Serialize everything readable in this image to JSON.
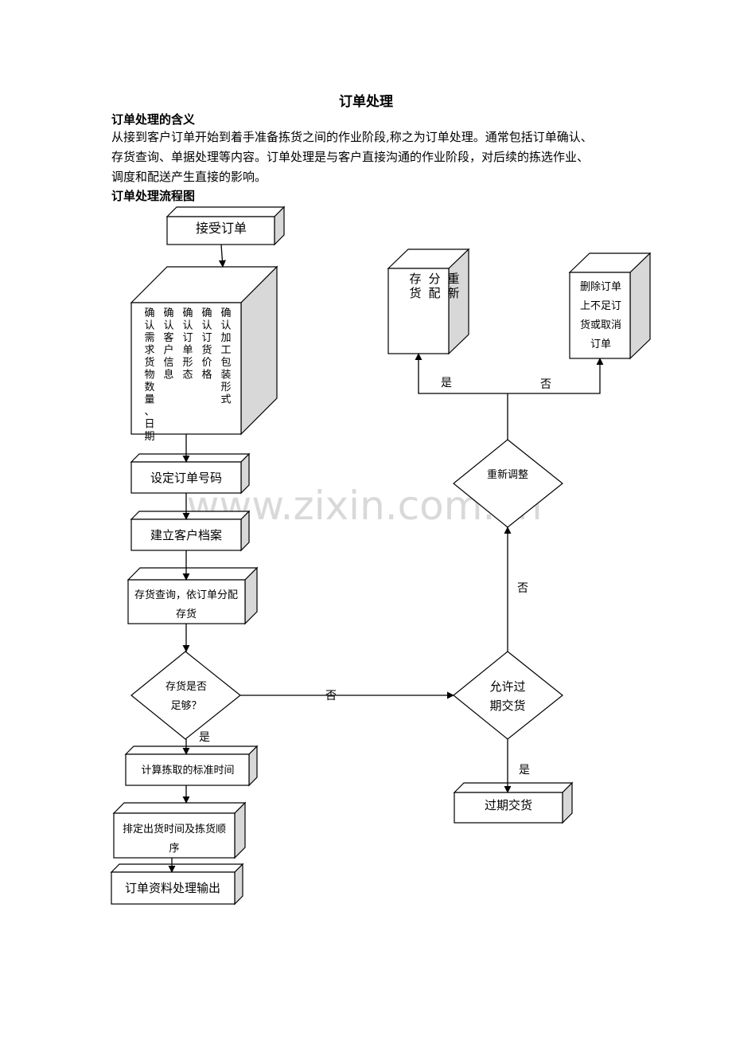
{
  "doc": {
    "title": "订单处理",
    "section1_heading": "订单处理的含义",
    "section1_lines": [
      "从接到客户订单开始到着手准备拣货之间的作业阶段,称之为订单处理。通常包括订单确认、",
      "存货查询、单据处理等内容。订单处理是与客户直接沟通的作业阶段，对后续的拣选作业、",
      "调度和配送产生直接的影响。"
    ],
    "section2_heading": "订单处理流程图"
  },
  "flow": {
    "receive": "接受订单",
    "confirm_cols": [
      "确认需求货物数量、日期",
      "确认客户信息",
      "确认订单形态",
      "确认订货价格",
      "确认加工包装形式"
    ],
    "set_number": "设定订单号码",
    "build_file": "建立客户档案",
    "inventory_line1": "存货查询，依订单分配",
    "inventory_line2": "存货",
    "enough_line1": "存货是否",
    "enough_line2": "足够？",
    "calc_time": "计算拣取的标准时间",
    "schedule_line1": "排定出货时间及拣货顺",
    "schedule_line2": "序",
    "output": "订单资料处理输出",
    "late_line1": "允许过",
    "late_line2": "期交货",
    "late_delivery": "过期交货",
    "readjust": "重新调整",
    "realloc_cols": [
      "重新",
      "分配",
      "存货"
    ],
    "delete_lines": [
      "删除订单",
      "上不足订",
      "货或取消",
      "订单"
    ],
    "yes": "是",
    "no": "否"
  },
  "watermark": "www.zixin.com.cn"
}
